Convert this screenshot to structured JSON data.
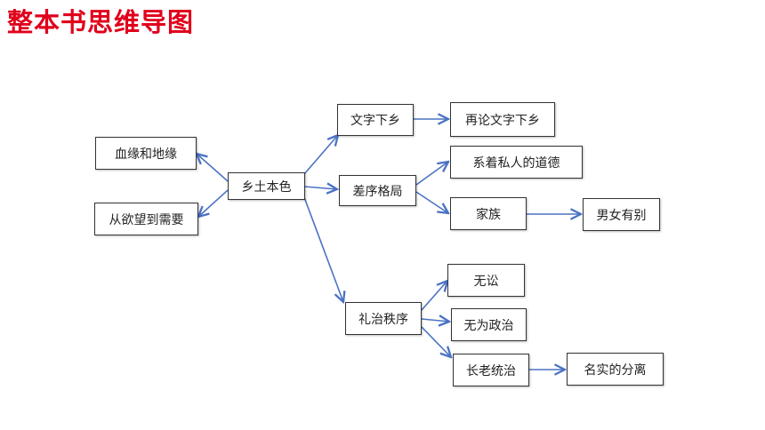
{
  "title": "整本书思维导图",
  "colors": {
    "title": "#e0001b",
    "arrow": "#4a72c4",
    "border": "#333333"
  },
  "nodes": {
    "center": "乡土本色",
    "blood_land": "血缘和地缘",
    "desire_need": "从欲望到需要",
    "text_rural": "文字下乡",
    "text_rural_again": "再论文字下乡",
    "differential": "差序格局",
    "private_morality": "系着私人的道德",
    "family": "家族",
    "gender": "男女有别",
    "ritual_order": "礼治秩序",
    "no_litigation": "无讼",
    "inaction_politics": "无为政治",
    "elder_rule": "长老统治",
    "name_reality": "名实的分离"
  }
}
